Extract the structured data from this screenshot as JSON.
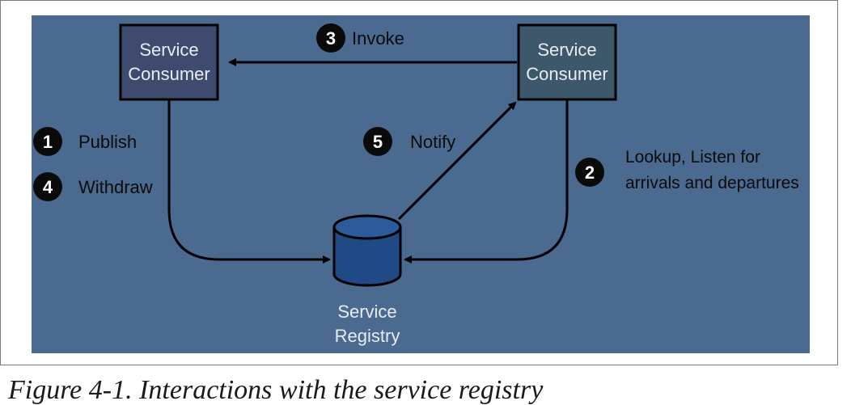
{
  "diagram": {
    "nodes": {
      "consumer_left": {
        "line1": "Service",
        "line2": "Consumer",
        "fill": "#3f4b6e"
      },
      "consumer_right": {
        "line1": "Service",
        "line2": "Consumer",
        "fill": "#3c586a"
      },
      "registry": {
        "line1": "Service",
        "line2": "Registry",
        "fill": "#1f4a86"
      }
    },
    "steps": {
      "invoke": {
        "number": "3",
        "label": "Invoke"
      },
      "publish": {
        "number": "1",
        "label": "Publish"
      },
      "withdraw": {
        "number": "4",
        "label": "Withdraw"
      },
      "notify": {
        "number": "5",
        "label": "Notify"
      },
      "lookup": {
        "number": "2",
        "label_line1": "Lookup, Listen for",
        "label_line2": "arrivals and departures"
      }
    },
    "colors": {
      "background": "#4a6a90",
      "arrow": "#000000",
      "badge": "#0a0a0a"
    }
  },
  "caption": "Figure 4-1. Interactions with the service registry"
}
